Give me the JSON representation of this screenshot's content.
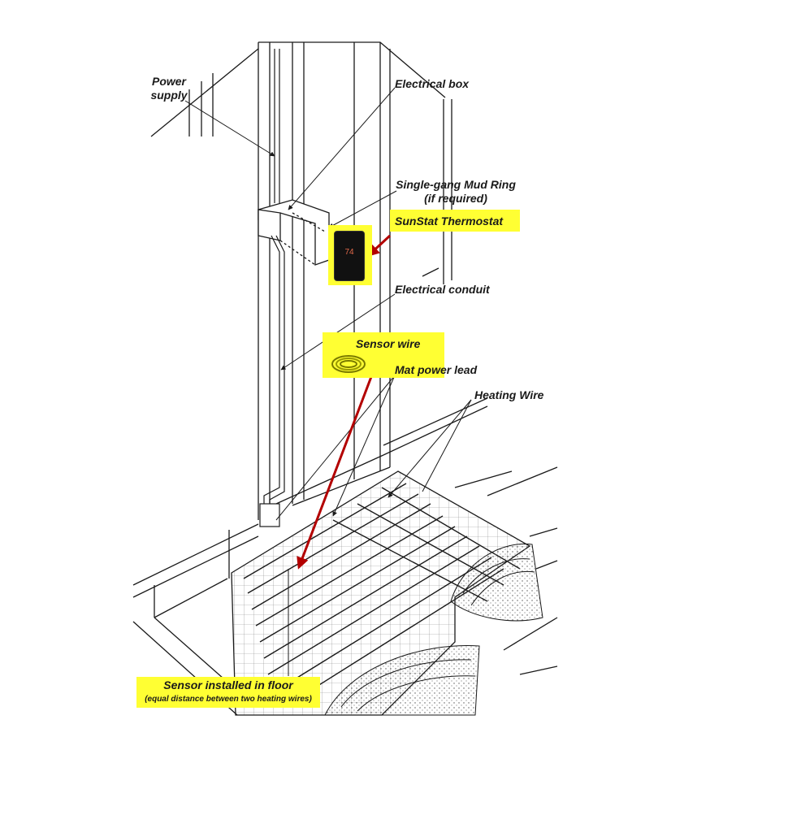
{
  "labels": {
    "power_supply_1": "Power",
    "power_supply_2": "supply",
    "electrical_box": "Electrical box",
    "mud_ring_1": "Single-gang Mud Ring",
    "mud_ring_2": "(if required)",
    "thermostat": "SunStat Thermostat",
    "thermostat_display": "74",
    "conduit": "Electrical conduit",
    "sensor_wire": "Sensor wire",
    "mat_power_lead": "Mat power lead",
    "heating_wire": "Heating Wire",
    "sensor_floor_1": "Sensor installed in floor",
    "sensor_floor_2": "(equal distance between two heating wires)"
  },
  "colors": {
    "highlight": "#ffff33",
    "arrow": "#b30000",
    "line": "#1a1a1a"
  }
}
